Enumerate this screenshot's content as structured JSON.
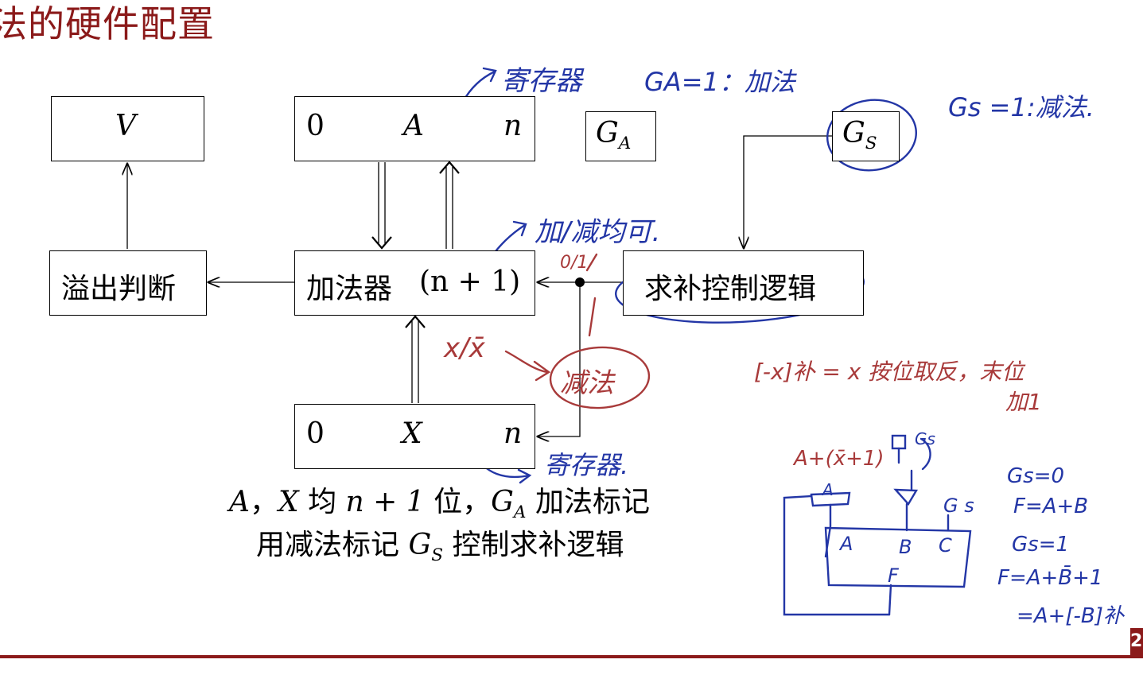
{
  "slide": {
    "title": "法的硬件配置",
    "page_number": "2"
  },
  "registers": {
    "v": {
      "label": "V"
    },
    "a": {
      "left": "0",
      "name": "A",
      "right": "n"
    },
    "ga": {
      "label_main": "G",
      "label_sub": "A"
    },
    "gs": {
      "label_main": "G",
      "label_sub": "S"
    },
    "x": {
      "left": "0",
      "name": "X",
      "right": "n"
    }
  },
  "blocks": {
    "overflow": "溢出判断",
    "adder": "加法器",
    "adder_width": "(n + 1)",
    "complement": "求补控制逻辑"
  },
  "caption": {
    "line1_a": "A",
    "line1_sep1": "，",
    "line1_x": "X",
    "line1_mid": " 均 ",
    "line1_n": "n + 1",
    "line1_wei": " 位，",
    "line1_g": "G",
    "line1_gsub": "A",
    "line1_end": " 加法标记",
    "line2_start": "用减法标记 ",
    "line2_g": "G",
    "line2_gsub": "S",
    "line2_end": " 控制求补逻辑"
  },
  "annotations": {
    "register_top": "寄存器",
    "ga_note": "GA=1：加法",
    "gs_note": "Gs =1:减法.",
    "add_sub": "加/减均可.",
    "switch_01": "0/1",
    "x_choice": "x/x̄",
    "subtract": "减法",
    "neg_rule_1": "[-x]补 = x 按位取反，末位",
    "neg_rule_2": "加1",
    "register_bottom": "寄存器.",
    "circuit_top": "A+(x̄+1)",
    "circuit_a_box": "A",
    "circuit_gs_top": "Gs",
    "circuit_gs": "G s",
    "circuit_a": "A",
    "circuit_b": "B",
    "circuit_c": "C",
    "circuit_f": "F",
    "eq_gs0": "Gs=0",
    "eq_f1": "F=A+B",
    "eq_gs1": "Gs=1",
    "eq_f2": "F=A+B̄+1",
    "eq_f3": "=A+[-B]补"
  },
  "colors": {
    "title": "#8b1a1a",
    "ink_blue": "#2336a6",
    "ink_red": "#a83a3a",
    "rule": "#8b1a1a"
  }
}
